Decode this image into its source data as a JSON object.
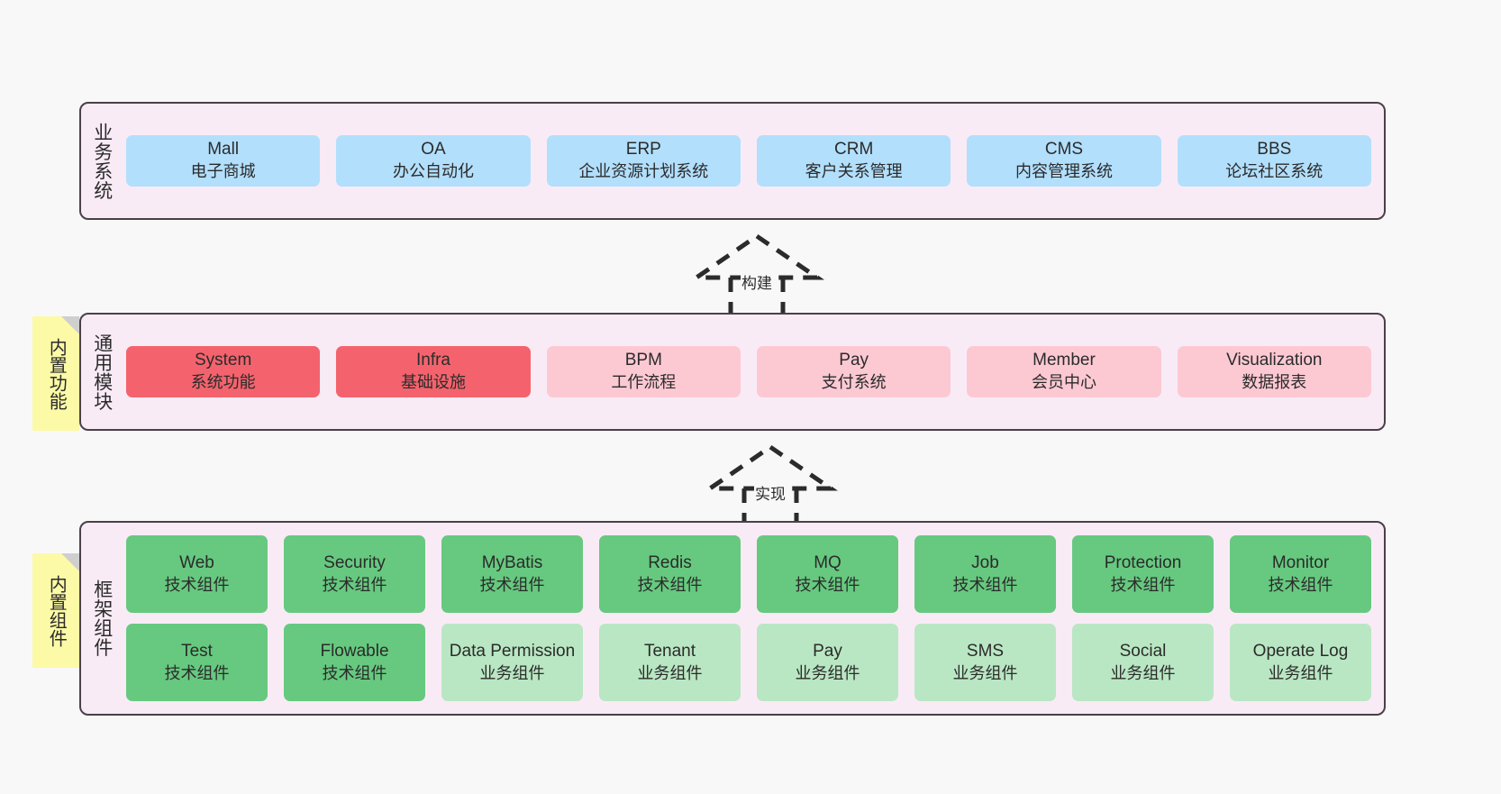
{
  "diagram": {
    "background_color": "#f8f8f8",
    "panel_color": "#f9ebf6",
    "panel_border_color": "#4a4048",
    "note_color": "#fcfaa6",
    "colors": {
      "blue": "#b2dffc",
      "red": "#f4636d",
      "pink": "#fcc9d3",
      "green": "#66c97f",
      "light_green": "#b9e7c3"
    }
  },
  "layers": {
    "business": {
      "title": "业务系统",
      "cells": [
        {
          "name": "Mall",
          "cn": "电子商城"
        },
        {
          "name": "OA",
          "cn": "办公自动化"
        },
        {
          "name": "ERP",
          "cn": "企业资源计划系统"
        },
        {
          "name": "CRM",
          "cn": "客户关系管理"
        },
        {
          "name": "CMS",
          "cn": "内容管理系统"
        },
        {
          "name": "BBS",
          "cn": "论坛社区系统"
        }
      ]
    },
    "common": {
      "title": "通用模块",
      "note": "内置功能",
      "cells": [
        {
          "name": "System",
          "cn": "系统功能",
          "color": "red"
        },
        {
          "name": "Infra",
          "cn": "基础设施",
          "color": "red"
        },
        {
          "name": "BPM",
          "cn": "工作流程",
          "color": "pink"
        },
        {
          "name": "Pay",
          "cn": "支付系统",
          "color": "pink"
        },
        {
          "name": "Member",
          "cn": "会员中心",
          "color": "pink"
        },
        {
          "name": "Visualization",
          "cn": "数据报表",
          "color": "pink"
        }
      ]
    },
    "framework": {
      "title": "框架组件",
      "note": "内置组件",
      "row1": [
        {
          "name": "Web",
          "cn": "技术组件"
        },
        {
          "name": "Security",
          "cn": "技术组件"
        },
        {
          "name": "MyBatis",
          "cn": "技术组件"
        },
        {
          "name": "Redis",
          "cn": "技术组件"
        },
        {
          "name": "MQ",
          "cn": "技术组件"
        },
        {
          "name": "Job",
          "cn": "技术组件"
        },
        {
          "name": "Protection",
          "cn": "技术组件"
        },
        {
          "name": "Monitor",
          "cn": "技术组件"
        }
      ],
      "row2": [
        {
          "name": "Test",
          "cn": "技术组件",
          "color": "green"
        },
        {
          "name": "Flowable",
          "cn": "技术组件",
          "color": "green"
        },
        {
          "name": "Data Permission",
          "cn": "业务组件",
          "color": "light_green"
        },
        {
          "name": "Tenant",
          "cn": "业务组件",
          "color": "light_green"
        },
        {
          "name": "Pay",
          "cn": "业务组件",
          "color": "light_green"
        },
        {
          "name": "SMS",
          "cn": "业务组件",
          "color": "light_green"
        },
        {
          "name": "Social",
          "cn": "业务组件",
          "color": "light_green"
        },
        {
          "name": "Operate Log",
          "cn": "业务组件",
          "color": "light_green"
        }
      ]
    }
  },
  "connectors": [
    {
      "label": "构建",
      "from": "common",
      "to": "business"
    },
    {
      "label": "实现",
      "from": "framework",
      "to": "common"
    }
  ]
}
